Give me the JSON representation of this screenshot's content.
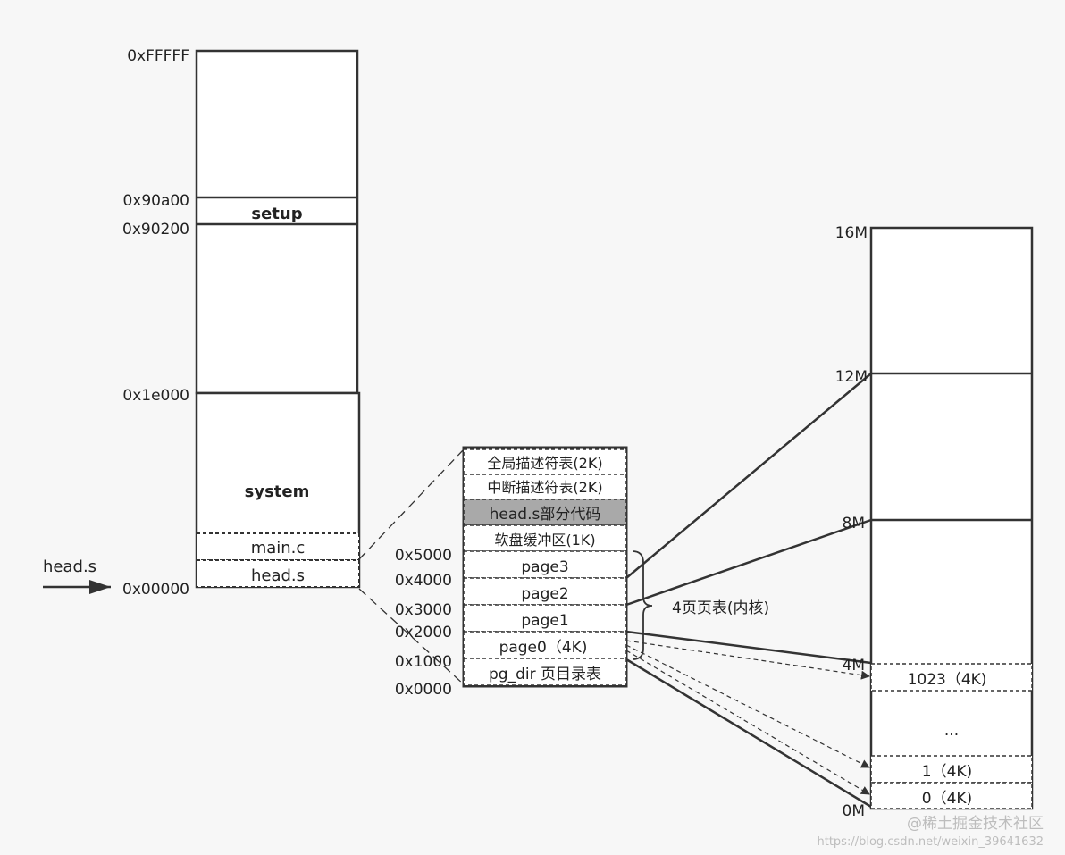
{
  "left_column": {
    "address_labels": {
      "top": "0xFFFFF",
      "a90a00": "0x90a00",
      "a90200": "0x90200",
      "a1e000": "0x1e000",
      "a00000": "0x00000"
    },
    "blocks": {
      "setup": "setup",
      "system": "system",
      "main_c": "main.c",
      "head_s": "head.s"
    },
    "pointer_label": "head.s"
  },
  "middle_column": {
    "cells": {
      "gdt": "全局描述符表(2K)",
      "idt": "中断描述符表(2K)",
      "head_code": "head.s部分代码",
      "floppy_buffer": "软盘缓冲区(1K)",
      "page3": "page3",
      "page2": "page2",
      "page1": "page1",
      "page0": "page0（4K)",
      "pg_dir": "pg_dir 页目录表"
    },
    "address_labels": {
      "a5000": "0x5000",
      "a4000": "0x4000",
      "a3000": "0x3000",
      "a2000": "0x2000",
      "a1000": "0x1000",
      "a0000": "0x0000"
    },
    "brace_label": "4页页表(内核)"
  },
  "right_column": {
    "size_labels": {
      "m16": "16M",
      "m12": "12M",
      "m8": "8M",
      "m4": "4M",
      "m0": "0M"
    },
    "cells": {
      "p1023": "1023（4K)",
      "ellipsis": "...",
      "p1": "1（4K)",
      "p0": "0（4K)"
    }
  },
  "watermark": {
    "brand": "@稀土掘金技术社区",
    "url": "https://blog.csdn.net/weixin_39641632"
  },
  "colors": {
    "background": "#f7f7f7",
    "line": "#333333",
    "highlight_cell": "#a9a9a9",
    "box_fill": "#ffffff"
  }
}
